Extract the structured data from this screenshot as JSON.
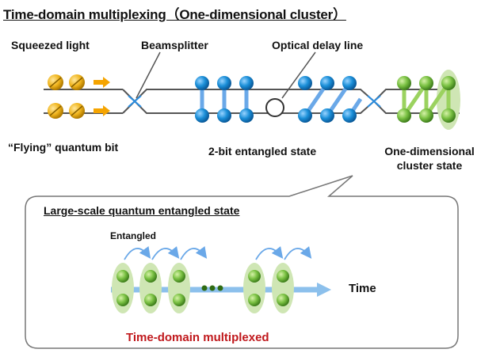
{
  "title": "Time-domain multiplexing（One-dimensional cluster）",
  "labels": {
    "squeezed_light": "Squeezed light",
    "beamsplitter": "Beamsplitter",
    "optical_delay_line": "Optical delay line",
    "flying_qubit": "“Flying” quantum bit",
    "two_bit_state": "2-bit entangled state",
    "cluster_state_line1": "One-dimensional",
    "cluster_state_line2": "cluster state"
  },
  "box": {
    "title": "Large-scale quantum entangled state",
    "entangled": "Entangled",
    "time": "Time",
    "tdm": "Time-domain multiplexed"
  },
  "colors": {
    "blue_mode": "#1b8fd8",
    "green_mode": "#7ac143",
    "yellow_mode": "#f0b41c",
    "arrow_orange": "#f5a400",
    "beam_line": "#555555",
    "entangle_link": "#6aa8e8",
    "green_halo": "#cfe6b4",
    "red_text": "#c0181c"
  }
}
